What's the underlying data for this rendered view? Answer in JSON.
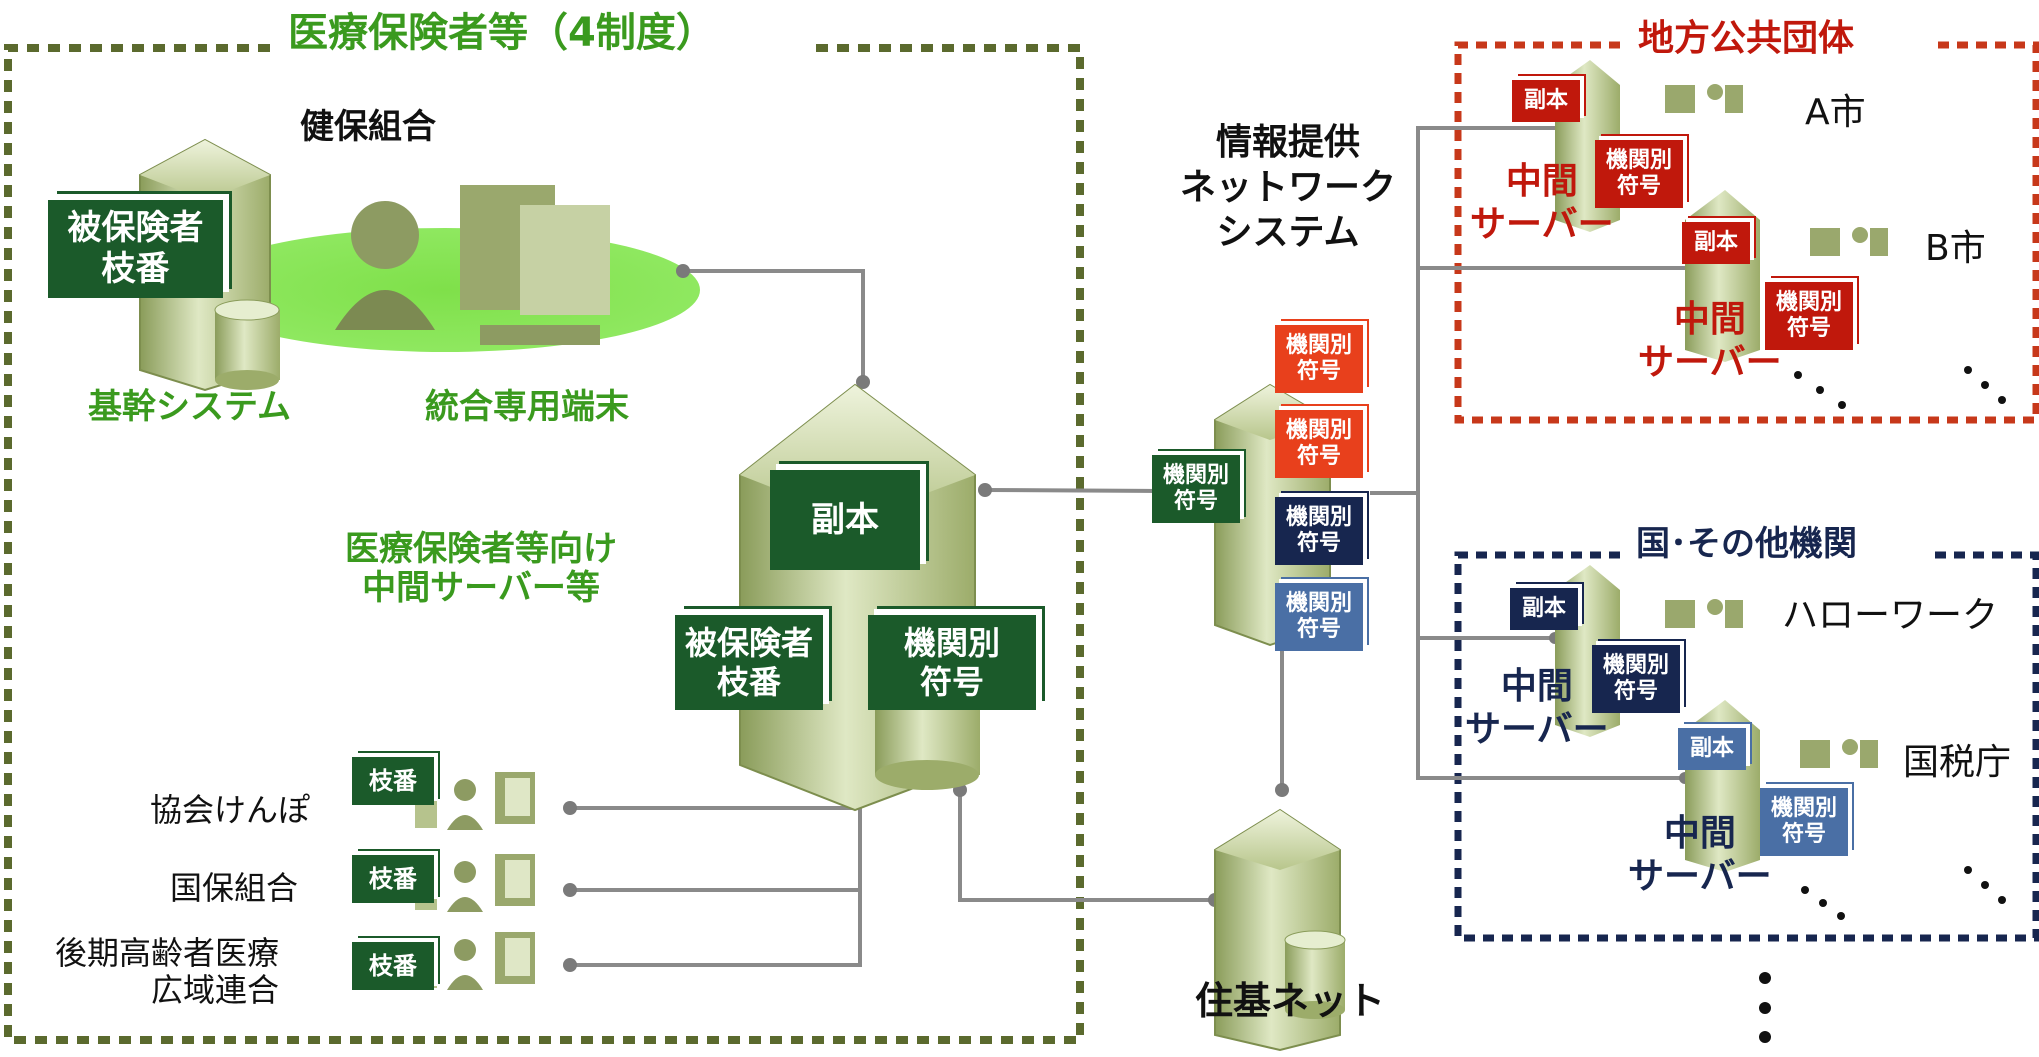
{
  "medical": {
    "title": "医療保険者等（4制度）",
    "kenpo": "健保組合",
    "kikan_system": "基幹システム",
    "togo_terminal": "統合専用端末",
    "mid_server_label": "医療保険者等向け\n中間サーバー等",
    "insured_badge": "被保険者\n枝番",
    "copy_badge": "副本",
    "code_badge": "機関別\n符号",
    "branch_badge": "枝番",
    "insurers": [
      "協会けんぽ",
      "国保組合",
      "後期高齢者医療\n広域連合"
    ]
  },
  "network": {
    "label": "情報提供\nネットワーク\nシステム",
    "code_badge": "機関別\n符号",
    "juki_label": "住基ネット"
  },
  "local_gov": {
    "title": "地方公共団体",
    "cities": [
      "A市",
      "B市"
    ],
    "copy_badge": "副本",
    "code_badge": "機関別\n符号",
    "mid_server": "中間\nサーバー"
  },
  "national": {
    "title": "国･その他機関",
    "agencies": [
      "ハローワーク",
      "国税庁"
    ],
    "copy_badge": "副本",
    "code_badge": "機関別\n符号",
    "mid_server": "中間\nサーバー"
  },
  "colors": {
    "green_dark": "#1b5a2a",
    "green_text": "#3a9a1e",
    "red": "#c0180c",
    "orange": "#e8401c",
    "navy": "#17264f",
    "steel_blue": "#4a6fa5",
    "olive_border": "#5b6a2e"
  },
  "icons": [
    "server-icon",
    "database-icon",
    "user-icon",
    "computer-icon",
    "workstation-icon"
  ]
}
